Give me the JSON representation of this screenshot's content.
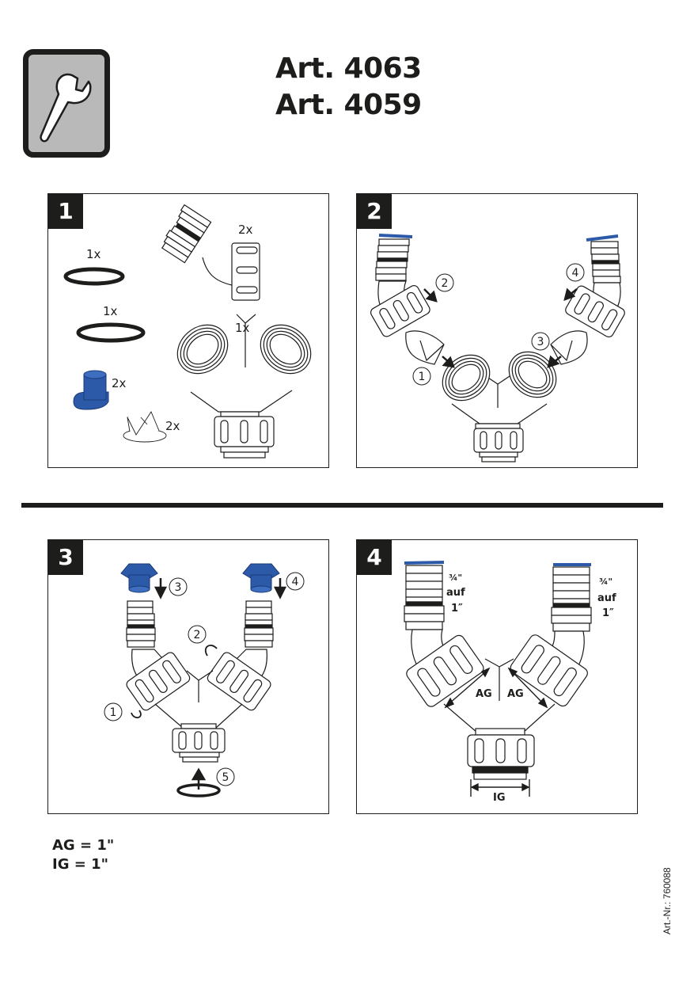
{
  "header": {
    "icon": "wrench-icon",
    "articles": [
      "Art. 4063",
      "Art. 4059"
    ]
  },
  "colors": {
    "ink": "#1d1d1b",
    "accent_blue": "#2d5aa8",
    "badge_gray": "#b9b9b9"
  },
  "panels": [
    {
      "step": "1",
      "parts": [
        {
          "name": "o-ring-small",
          "qty": "1x"
        },
        {
          "name": "hose-elbow-connector",
          "qty": "2x"
        },
        {
          "name": "o-ring-large",
          "qty": "1x"
        },
        {
          "name": "y-distributor",
          "qty": "1x"
        },
        {
          "name": "blue-cap",
          "qty": "2x"
        },
        {
          "name": "check-valve",
          "qty": "2x"
        }
      ]
    },
    {
      "step": "2",
      "callouts": [
        "1",
        "2",
        "3",
        "4"
      ]
    },
    {
      "step": "3",
      "callouts": [
        "1",
        "2",
        "3",
        "4",
        "5"
      ]
    },
    {
      "step": "4",
      "labels": {
        "thread_left": "¾\"",
        "auf_left": "auf",
        "inch_left": "1″",
        "thread_right": "¾\"",
        "auf_right": "auf",
        "inch_right": "1″",
        "ag_left": "AG",
        "ag_right": "AG",
        "ig": "IG"
      }
    }
  ],
  "specs": [
    "AG = 1\"",
    "IG = 1\""
  ],
  "footer": {
    "article_number": "Art.-Nr.: 760088"
  }
}
